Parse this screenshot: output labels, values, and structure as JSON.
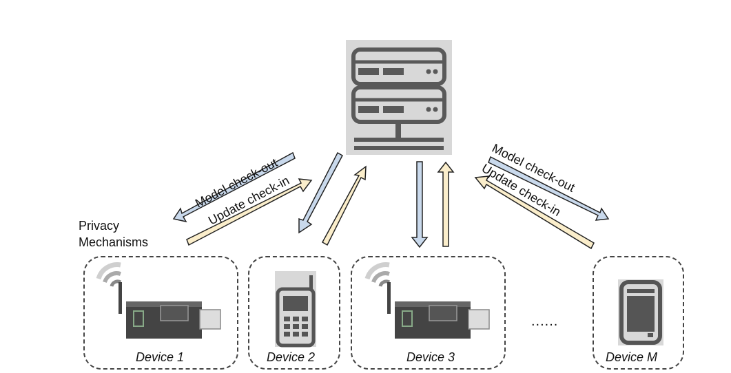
{
  "diagram": {
    "privacy_label_line1": "Privacy",
    "privacy_label_line2": "Mechanisms",
    "left_arrows": {
      "checkout": "Model check-out",
      "checkin": "Update check-in"
    },
    "right_arrows": {
      "checkout": "Model check-out",
      "checkin": "Update check-in"
    },
    "ellipsis": "......",
    "devices": [
      {
        "label": "Device 1",
        "icon": "usb-wireless-stick-icon"
      },
      {
        "label": "Device 2",
        "icon": "mobile-phone-icon"
      },
      {
        "label": "Device 3",
        "icon": "usb-wireless-stick-icon"
      },
      {
        "label": "Device M",
        "icon": "tablet-icon"
      }
    ],
    "server_icon": "server-rack-icon",
    "colors": {
      "checkout_arrow": "#c9d9ec",
      "checkin_arrow": "#fbeecb",
      "icon_dark": "#5a5a5a",
      "icon_bg": "#d8d8d8"
    }
  }
}
